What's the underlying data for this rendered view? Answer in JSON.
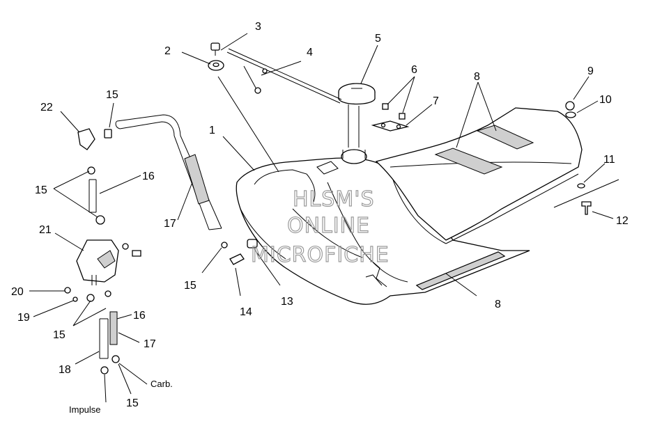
{
  "callouts": [
    {
      "id": "c1",
      "text": "1"
    },
    {
      "id": "c2",
      "text": "2"
    },
    {
      "id": "c3",
      "text": "3"
    },
    {
      "id": "c4",
      "text": "4"
    },
    {
      "id": "c5",
      "text": "5"
    },
    {
      "id": "c6",
      "text": "6"
    },
    {
      "id": "c7",
      "text": "7"
    },
    {
      "id": "c8a",
      "text": "8"
    },
    {
      "id": "c8b",
      "text": "8"
    },
    {
      "id": "c9",
      "text": "9"
    },
    {
      "id": "c10",
      "text": "10"
    },
    {
      "id": "c11",
      "text": "11"
    },
    {
      "id": "c12",
      "text": "12"
    },
    {
      "id": "c13",
      "text": "13"
    },
    {
      "id": "c14",
      "text": "14"
    },
    {
      "id": "c15a",
      "text": "15"
    },
    {
      "id": "c15b",
      "text": "15"
    },
    {
      "id": "c15c",
      "text": "15"
    },
    {
      "id": "c15d",
      "text": "15"
    },
    {
      "id": "c15e",
      "text": "15"
    },
    {
      "id": "c16a",
      "text": "16"
    },
    {
      "id": "c16b",
      "text": "16"
    },
    {
      "id": "c17a",
      "text": "17"
    },
    {
      "id": "c17b",
      "text": "17"
    },
    {
      "id": "c18",
      "text": "18"
    },
    {
      "id": "c19",
      "text": "19"
    },
    {
      "id": "c20",
      "text": "20"
    },
    {
      "id": "c21",
      "text": "21"
    },
    {
      "id": "c22",
      "text": "22"
    }
  ],
  "labels": {
    "carb": "Carb.",
    "impulse": "Impulse"
  },
  "watermark": {
    "line1": "HLSM'S",
    "line2": "ONLINE",
    "line3": "MICROFICHE"
  }
}
